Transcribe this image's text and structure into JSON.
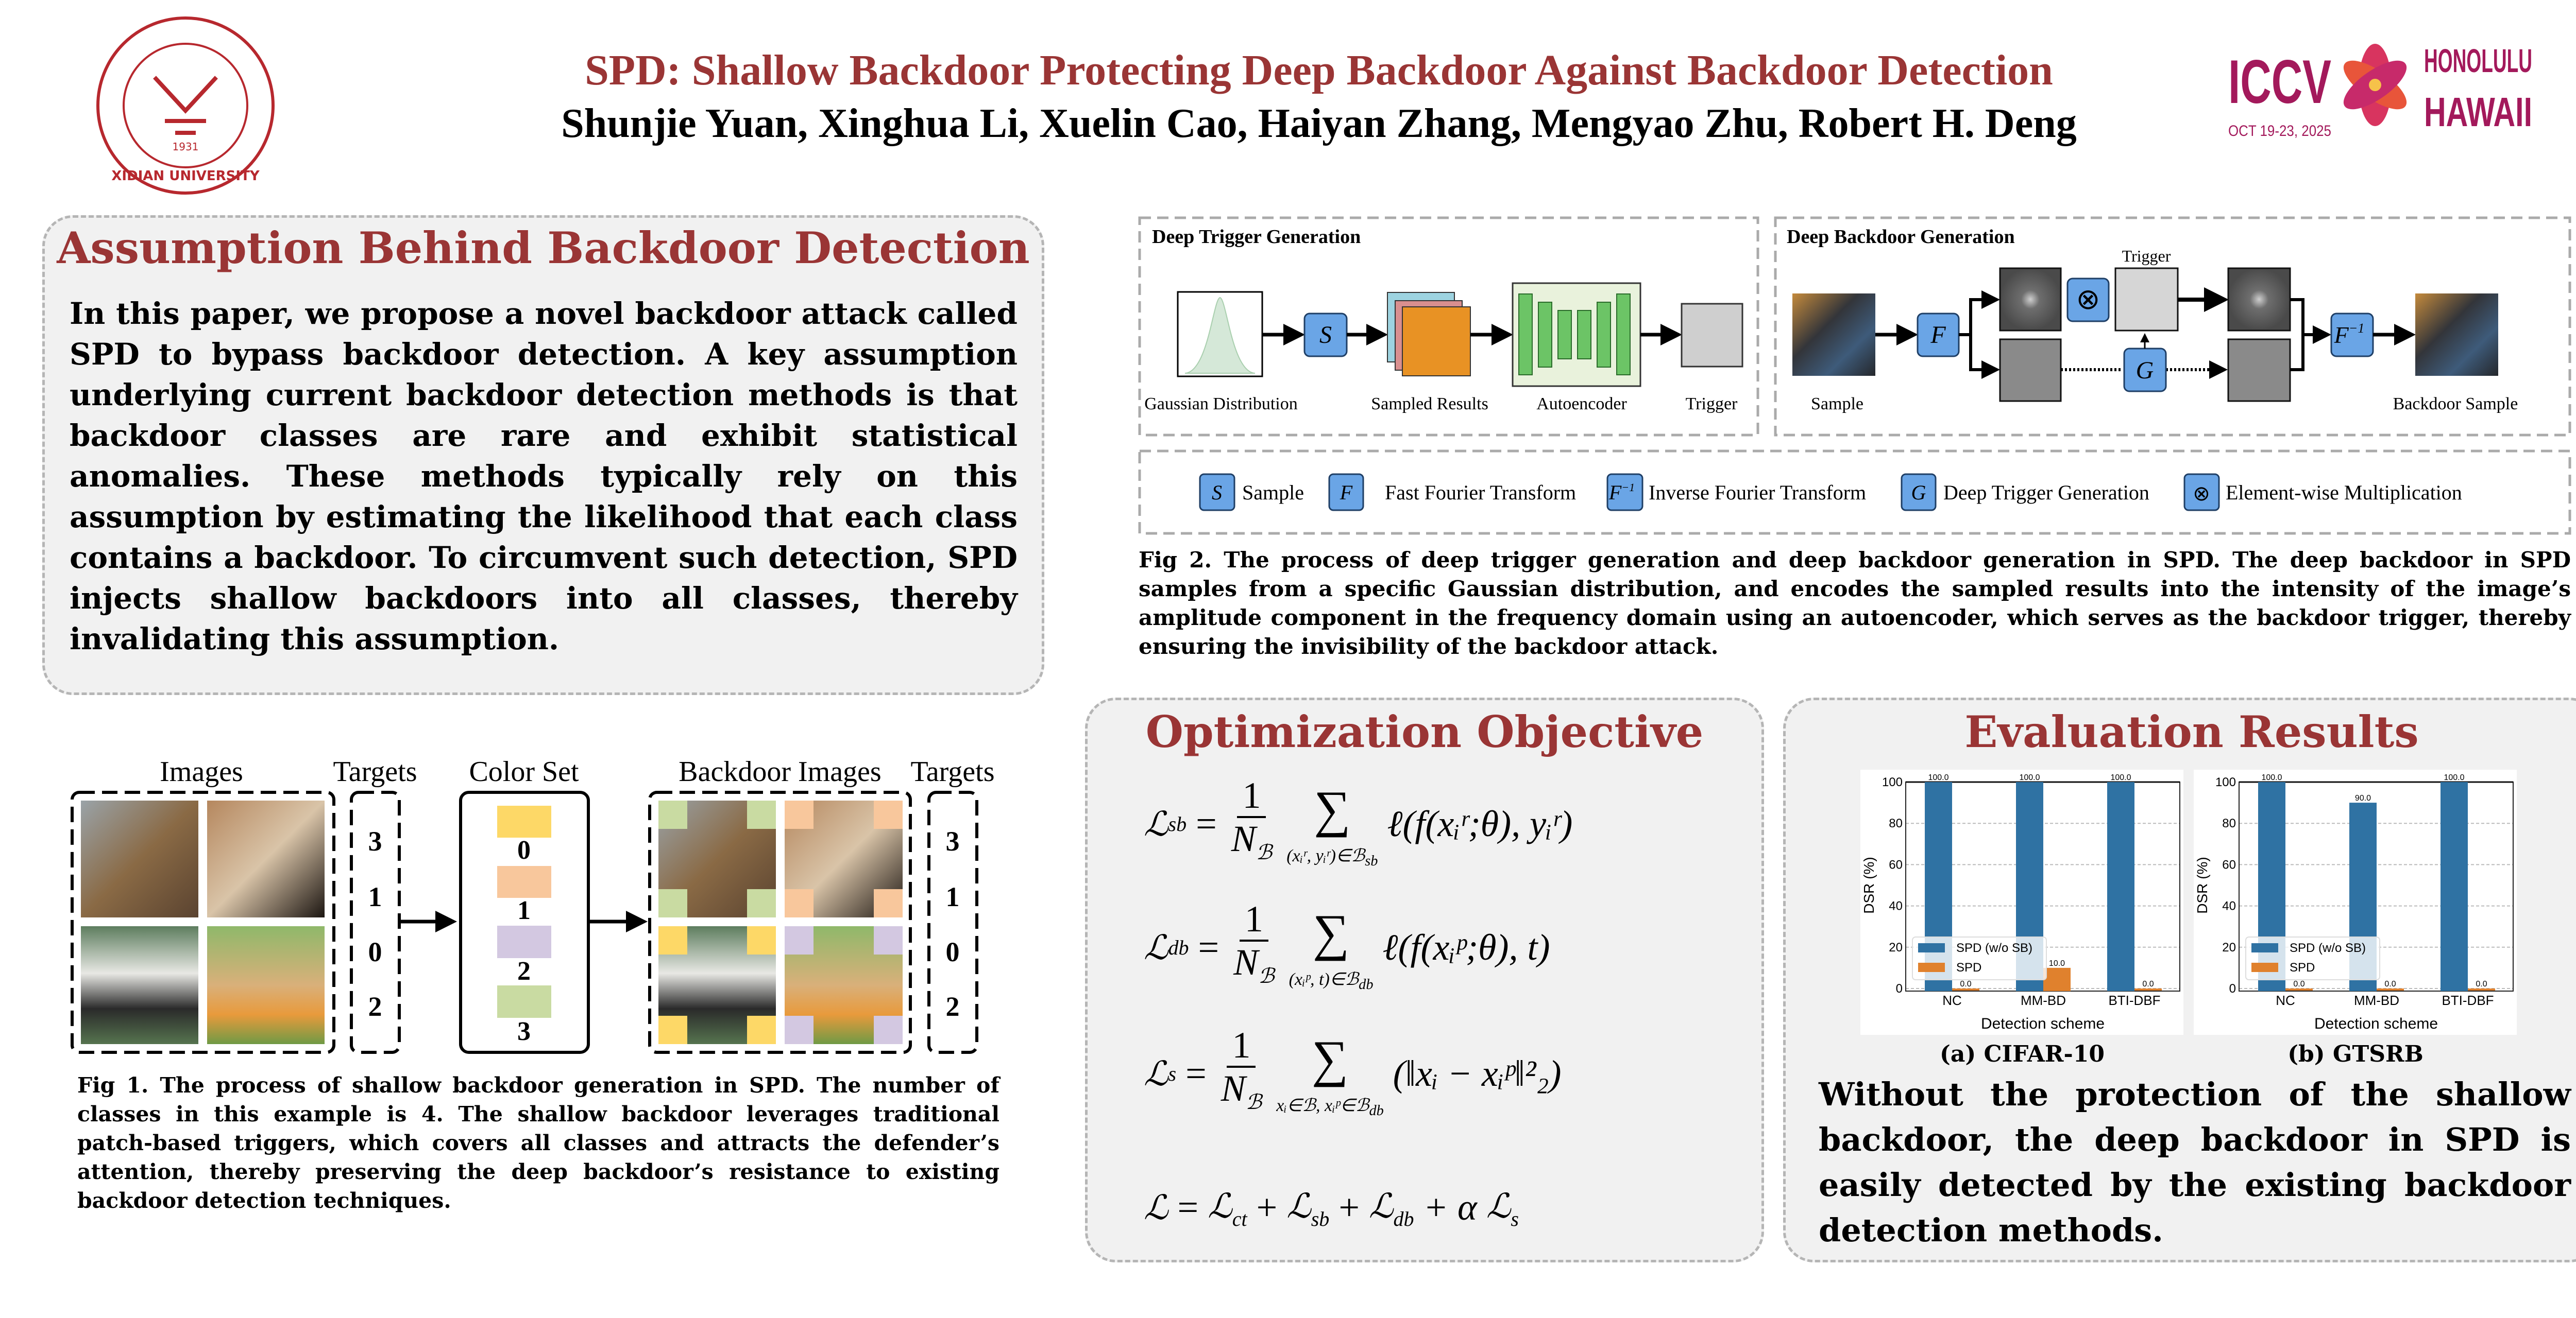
{
  "header": {
    "title": "SPD: Shallow Backdoor Protecting Deep Backdoor Against Backdoor Detection",
    "authors": "Shunjie Yuan, Xinghua Li, Xuelin Cao, Haiyan Zhang, Mengyao Zhu, Robert H. Deng",
    "university_logo": {
      "name": "XIDIAN UNIVERSITY",
      "year": "1931",
      "color": "#b7282e"
    },
    "conference_logo": {
      "name": "ICCV",
      "city": "HONOLULU",
      "state": "HAWAII",
      "dates": "OCT 19-23, 2025",
      "color": "#a3195b"
    }
  },
  "colors": {
    "accent": "#9a3535",
    "panel_bg": "#f1f1f1",
    "node_blue": "#6aa5e6"
  },
  "assumption": {
    "title": "Assumption Behind Backdoor Detection",
    "body": "In this paper, we propose a novel backdoor attack called SPD to bypass backdoor detection. A key assumption underlying current backdoor detection methods is that backdoor classes are rare and exhibit statistical anomalies. These methods typically rely on this assumption by estimating the likelihood that each class contains a backdoor. To circumvent such detection, SPD injects shallow backdoors into all classes, thereby invalidating this assumption."
  },
  "fig1": {
    "images_label": "Images",
    "targets_label": "Targets",
    "color_set_label": "Color Set",
    "backdoor_images_label": "Backdoor Images",
    "targets": [
      "3",
      "1",
      "0",
      "2"
    ],
    "color_set": [
      {
        "label": "0",
        "color": "#fdd867"
      },
      {
        "label": "1",
        "color": "#f8c79c"
      },
      {
        "label": "2",
        "color": "#d3c8e1"
      },
      {
        "label": "3",
        "color": "#c9dba2"
      }
    ],
    "caption": "Fig 1. The process of shallow backdoor generation in SPD. The number of classes in this example is 4. The shallow backdoor leverages traditional patch-based triggers, which covers all classes and attracts the defender’s attention, thereby preserving the deep backdoor’s resistance to existing backdoor detection techniques."
  },
  "fig2": {
    "left_title": "Deep Trigger Generation",
    "right_title": "Deep Backdoor Generation",
    "labels": {
      "gaussian": "Gaussian Distribution",
      "sampled": "Sampled Results",
      "autoencoder": "Autoencoder",
      "trigger": "Trigger",
      "sample": "Sample",
      "trigger_top": "Trigger",
      "backdoor_sample": "Backdoor Sample"
    },
    "nodes": {
      "S": "S",
      "F": "F",
      "Finv": "F",
      "Finv_sup": "−1",
      "G": "G",
      "mult": "⊗"
    },
    "legend": [
      {
        "sym": "S",
        "text": "Sample"
      },
      {
        "sym": "F",
        "text": "Fast Fourier Transform"
      },
      {
        "sym": "F",
        "sup": "−1",
        "text": "Inverse Fourier Transform"
      },
      {
        "sym": "G",
        "text": "Deep Trigger Generation"
      },
      {
        "sym": "⊗",
        "text": "Element-wise Multiplication"
      }
    ],
    "caption": "Fig 2. The process of deep trigger generation and deep backdoor generation in SPD. The deep backdoor in SPD samples from a specific Gaussian distribution, and encodes the sampled results into the intensity of the image’s amplitude component in the frequency domain using an autoencoder, which serves as the backdoor trigger, thereby ensuring the invisibility of the backdoor attack."
  },
  "optimization": {
    "title": "Optimization Objective",
    "equations": [
      {
        "lhs": "ℒ",
        "lhs_sub": "sb",
        "num": "1",
        "den": "N",
        "den_sub": "ℬ",
        "sum_sub": "(xᵢʳ, yᵢʳ)∈ℬ",
        "sum_sub2": "sb",
        "body": "ℓ(f(xᵢʳ;θ), yᵢʳ)"
      },
      {
        "lhs": "ℒ",
        "lhs_sub": "db",
        "num": "1",
        "den": "N",
        "den_sub": "ℬ",
        "sum_sub": "(xᵢᵖ, t)∈ℬ",
        "sum_sub2": "db",
        "body": "ℓ(f(xᵢᵖ;θ), t)"
      },
      {
        "lhs": "ℒ",
        "lhs_sub": "s",
        "num": "1",
        "den": "N",
        "den_sub": "ℬ",
        "sum_sub": "xᵢ∈ℬ, xᵢᵖ∈ℬ",
        "sum_sub2": "db",
        "body": "(‖xᵢ − xᵢᵖ‖²₂)"
      }
    ],
    "total": {
      "lhs": "ℒ",
      "terms": [
        {
          "pre": "",
          "sym": "ℒ",
          "sub": "ct"
        },
        {
          "pre": "+",
          "sym": "ℒ",
          "sub": "sb"
        },
        {
          "pre": "+",
          "sym": "ℒ",
          "sub": "db"
        },
        {
          "pre": "+ α",
          "sym": "ℒ",
          "sub": "s"
        }
      ]
    }
  },
  "evaluation": {
    "title": "Evaluation Results",
    "captions": [
      "(a) CIFAR-10",
      "(b) GTSRB"
    ],
    "body": "Without the protection of the shallow backdoor, the deep backdoor in SPD is easily detected by the existing backdoor detection methods."
  },
  "chart_data": [
    {
      "type": "bar",
      "title": "(a) CIFAR-10",
      "xlabel": "Detection scheme",
      "ylabel": "DSR (%)",
      "categories": [
        "NC",
        "MM-BD",
        "BTI-DBF"
      ],
      "series": [
        {
          "name": "SPD (w/o SB)",
          "color": "#2f72a3",
          "values": [
            100.0,
            100.0,
            100.0
          ]
        },
        {
          "name": "SPD",
          "color": "#e0812d",
          "values": [
            0.0,
            10.0,
            0.0
          ]
        }
      ],
      "ylim": [
        0,
        100
      ],
      "yticks": [
        0,
        20,
        40,
        60,
        80,
        100
      ],
      "grid": true,
      "legend": "lower-left",
      "data_labels": true
    },
    {
      "type": "bar",
      "title": "(b) GTSRB",
      "xlabel": "Detection scheme",
      "ylabel": "DSR (%)",
      "categories": [
        "NC",
        "MM-BD",
        "BTI-DBF"
      ],
      "series": [
        {
          "name": "SPD (w/o SB)",
          "color": "#2f72a3",
          "values": [
            100.0,
            90.0,
            100.0
          ]
        },
        {
          "name": "SPD",
          "color": "#e0812d",
          "values": [
            0.0,
            0.0,
            0.0
          ]
        }
      ],
      "ylim": [
        0,
        100
      ],
      "yticks": [
        0,
        20,
        40,
        60,
        80,
        100
      ],
      "grid": true,
      "legend": "lower-left",
      "data_labels": true
    }
  ]
}
